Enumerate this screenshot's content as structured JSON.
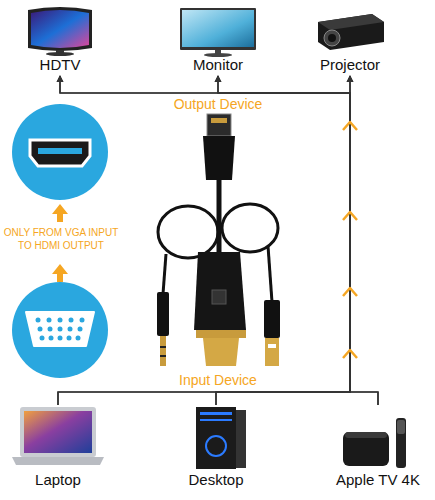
{
  "diagram": {
    "nodes": [
      {
        "text": [
          "HDTV"
        ]
      },
      {
        "text": [
          "Monitor"
        ]
      },
      {
        "text": [
          "Projector"
        ]
      },
      {
        "text": [
          "Laptop"
        ]
      },
      {
        "text": [
          "Desktop"
        ]
      },
      {
        "text": [
          "Apple TV 4K"
        ]
      }
    ],
    "edges": [
      {
        "from": 3,
        "to": 0,
        "arrow": "to"
      },
      {
        "from": 3,
        "to": 1,
        "arrow": "to"
      },
      {
        "from": 3,
        "to": 2,
        "arrow": "to"
      },
      {
        "from": 4,
        "to": 0,
        "arrow": "to"
      },
      {
        "from": 4,
        "to": 1,
        "arrow": "to"
      },
      {
        "from": 4,
        "to": 2,
        "arrow": "to"
      },
      {
        "from": 5,
        "to": 0,
        "arrow": "to"
      },
      {
        "from": 5,
        "to": 1,
        "arrow": "to"
      },
      {
        "from": 5,
        "to": 2,
        "arrow": "to"
      }
    ],
    "labels": [
      "Output Device",
      "ONLY FROM VGA INPUT TO HDMI OUTPUT",
      "Input Device"
    ]
  }
}
